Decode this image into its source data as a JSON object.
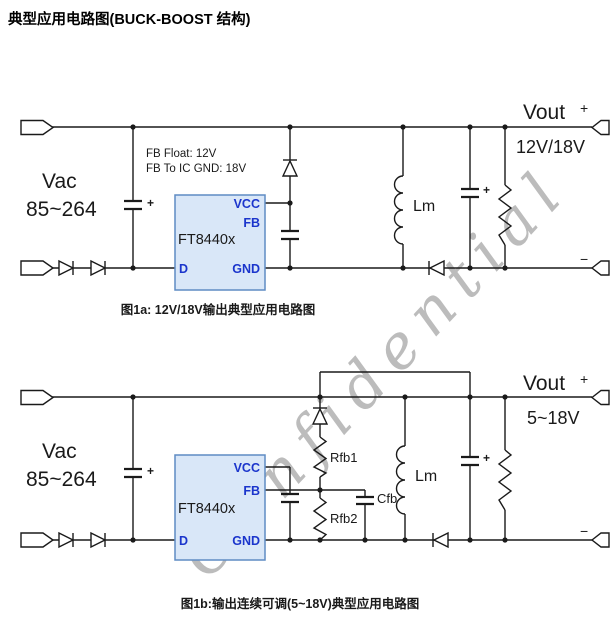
{
  "page": {
    "title": "典型应用电路图(BUCK-BOOST 结构)",
    "watermark": "Confidential"
  },
  "colors": {
    "ic_fill": "#d9e7f8",
    "ic_border": "#5f8cc4",
    "pin_label": "#1b35cc",
    "wire": "#1a1a1a",
    "watermark": "#bcbcbc"
  },
  "circuit1": {
    "caption": "图1a: 12V/18V输出典型应用电路图",
    "input": {
      "line1": "Vac",
      "line2": "85~264"
    },
    "fb_note": {
      "line1": "FB Float: 12V",
      "line2": "FB To IC GND: 18V"
    },
    "ic": {
      "name": "FT8440x",
      "pin_vcc": "VCC",
      "pin_fb": "FB",
      "pin_d": "D",
      "pin_gnd": "GND"
    },
    "inductor_label": "Lm",
    "input_cap_polarity": "+",
    "output_cap_polarity": "+",
    "output": {
      "label": "Vout",
      "plus": "+",
      "minus": "−",
      "value": "12V/18V"
    }
  },
  "circuit2": {
    "caption": "图1b:输出连续可调(5~18V)典型应用电路图",
    "input": {
      "line1": "Vac",
      "line2": "85~264"
    },
    "ic": {
      "name": "FT8440x",
      "pin_vcc": "VCC",
      "pin_fb": "FB",
      "pin_d": "D",
      "pin_gnd": "GND"
    },
    "resistors": {
      "rfb1": "Rfb1",
      "rfb2": "Rfb2"
    },
    "cfb_label": "Cfb",
    "inductor_label": "Lm",
    "input_cap_polarity": "+",
    "output_cap_polarity": "+",
    "output": {
      "label": "Vout",
      "plus": "+",
      "minus": "−",
      "value": "5~18V"
    }
  }
}
